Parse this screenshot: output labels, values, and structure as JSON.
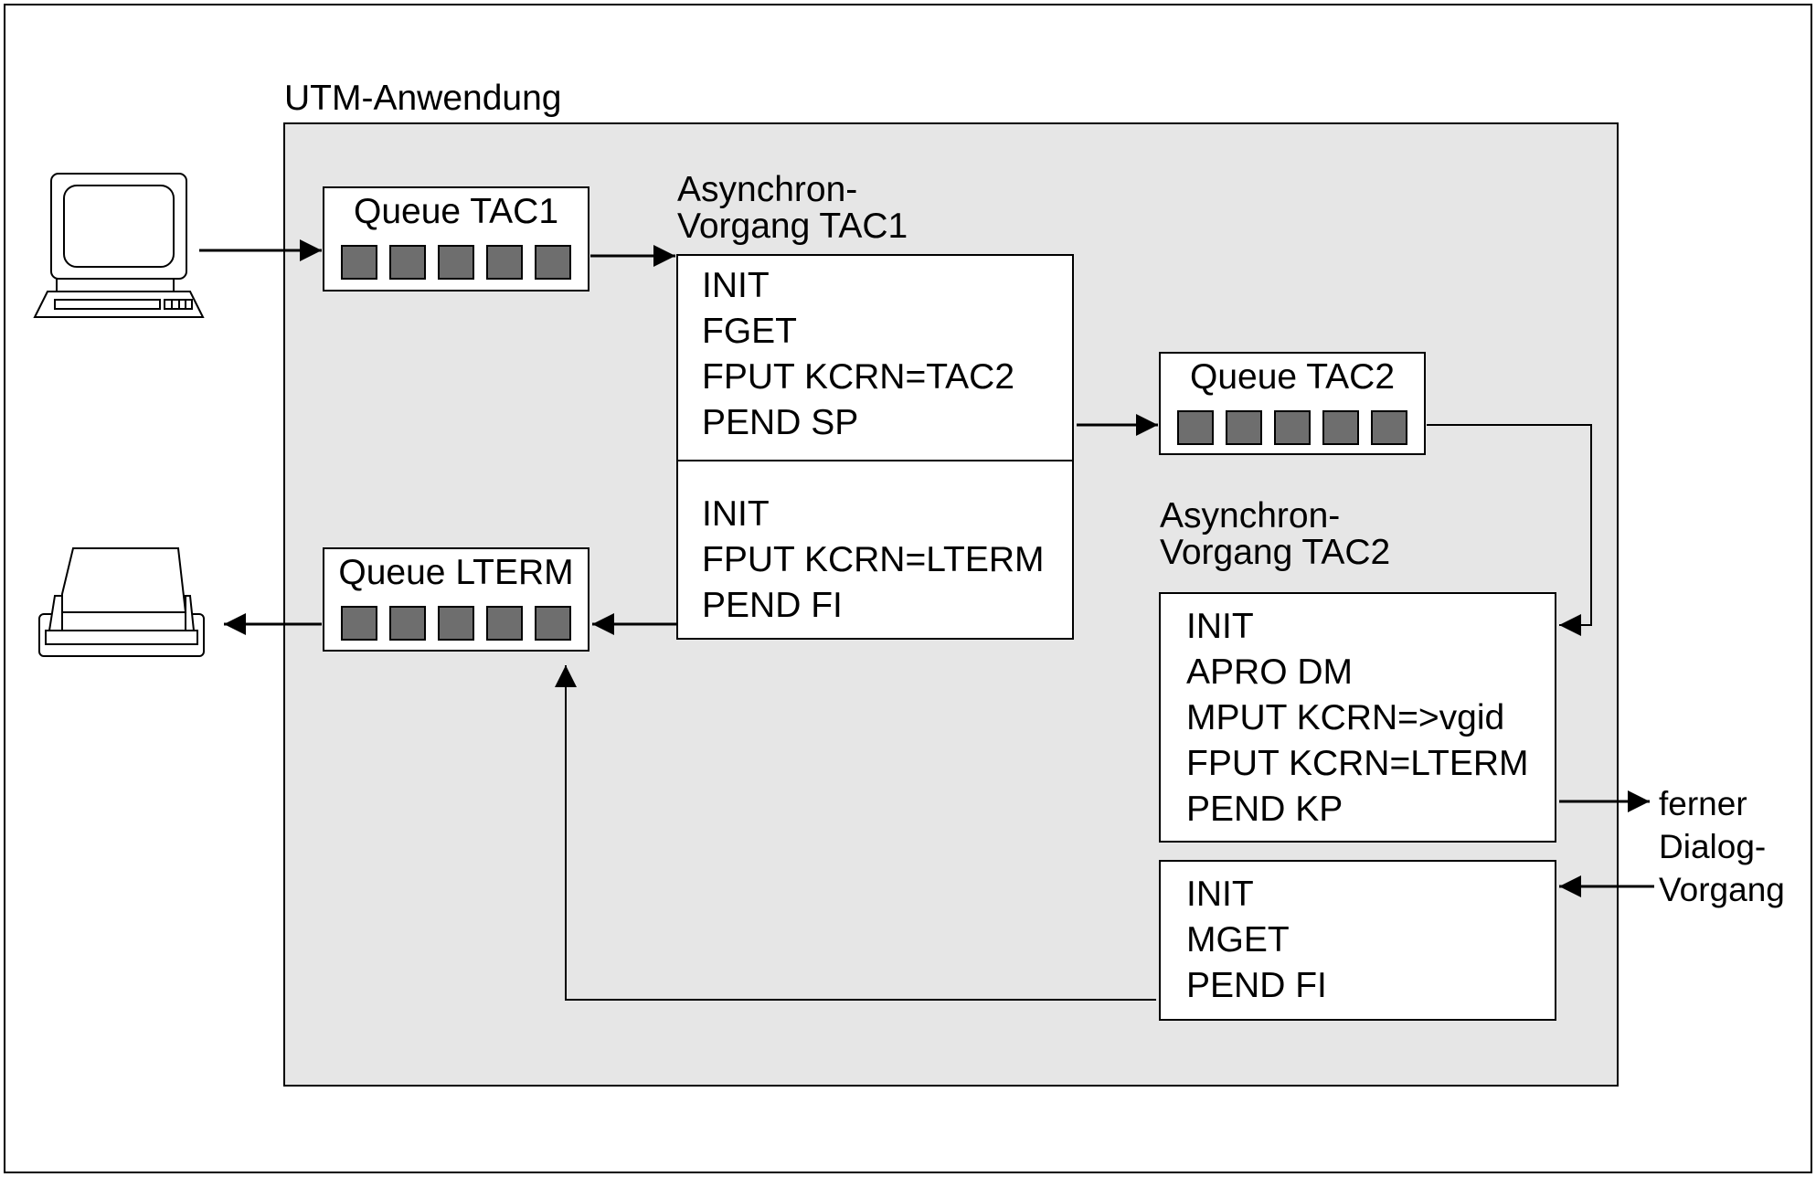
{
  "application": {
    "title": "UTM-Anwendung"
  },
  "queues": {
    "tac1": {
      "label": "Queue TAC1",
      "slots": 5
    },
    "tac2": {
      "label": "Queue TAC2",
      "slots": 5
    },
    "lterm": {
      "label": "Queue LTERM",
      "slots": 5
    }
  },
  "vorgang_tac1": {
    "title_line1": "Asynchron-",
    "title_line2": "Vorgang TAC1",
    "step1": [
      "INIT",
      "FGET",
      "FPUT KCRN=TAC2",
      "PEND SP"
    ],
    "step2": [
      "INIT",
      "FPUT KCRN=LTERM",
      "PEND FI"
    ]
  },
  "vorgang_tac2": {
    "title_line1": "Asynchron-",
    "title_line2": "Vorgang TAC2",
    "step1": [
      "INIT",
      "APRO DM",
      "MPUT KCRN=>vgid",
      "FPUT KCRN=LTERM",
      "PEND KP"
    ],
    "step2": [
      "INIT",
      "MGET",
      "PEND FI"
    ]
  },
  "remote": {
    "line1": "ferner",
    "line2": "Dialog-",
    "line3": "Vorgang"
  },
  "icons": {
    "terminal": "terminal-icon",
    "printer": "printer-icon"
  },
  "colors": {
    "app_fill": "#e6e6e6",
    "slot_fill": "#6e6e6e",
    "line": "#000000"
  }
}
